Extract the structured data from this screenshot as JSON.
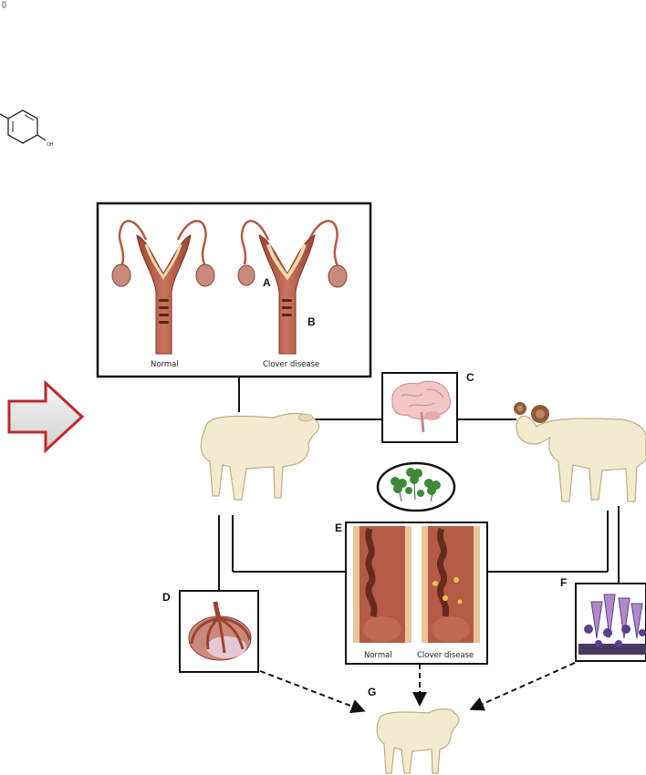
{
  "chemical": {
    "substituent": "OH"
  },
  "panel_top": {
    "caption_left": "Normal",
    "caption_right": "Clover disease"
  },
  "labels": {
    "a": "A",
    "b": "B",
    "c": "C",
    "d": "D",
    "e": "E",
    "f": "F",
    "g": "G"
  },
  "panel_e": {
    "caption_left": "Normal",
    "caption_right": "Clover disease"
  },
  "colors": {
    "arrow_fill": "#e4e4e4",
    "arrow_stroke": "#c0282d",
    "tissue": "#b45a45",
    "tissue_light": "#e8c69a",
    "sheep": "#f2ebd0",
    "clover": "#3c8a3a",
    "cells": "#5b3f8f"
  },
  "icons": [
    "chemical-structure",
    "hollow-arrow-icon",
    "reproductive-tract",
    "brain-icon",
    "clover-icon",
    "ewe",
    "ram",
    "lamb",
    "ovary-icon",
    "cervix-section",
    "cell-tissue-icon"
  ]
}
